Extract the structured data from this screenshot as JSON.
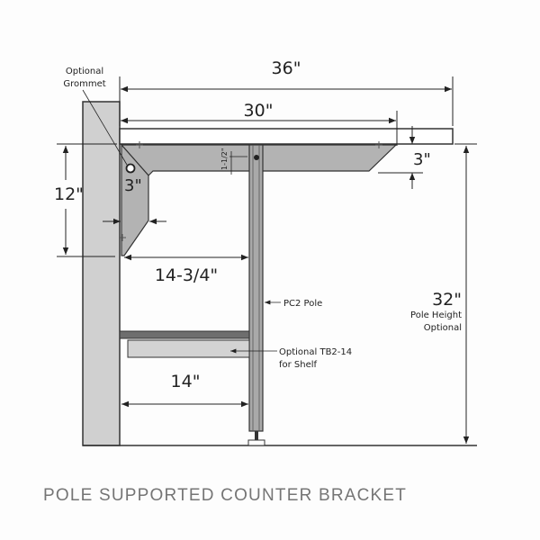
{
  "caption": "POLE SUPPORTED COUNTER BRACKET",
  "labels": {
    "grommet_line1": "Optional",
    "grommet_line2": "Grommet",
    "dim_36": "36\"",
    "dim_30": "30\"",
    "dim_3_top": "3\"",
    "dim_3_bracket": "3\"",
    "dim_1_5": "1-1/2\"",
    "dim_12": "12\"",
    "dim_14_75": "14-3/4\"",
    "dim_14": "14\"",
    "dim_32": "32\"",
    "pole_height_line1": "Pole Height",
    "pole_height_line2": "Optional",
    "pole_label": "PC2  Pole",
    "shelf_line1": "Optional TB2-14",
    "shelf_line2": "for Shelf"
  },
  "colors": {
    "wall": "#d0d0d0",
    "bracket": "#b3b3b3",
    "pole": "#a9a9a9",
    "shelf_bar": "#6e6e6e",
    "shelf_bracket": "#d3d3d3",
    "line": "#333333",
    "caption": "#757575"
  }
}
